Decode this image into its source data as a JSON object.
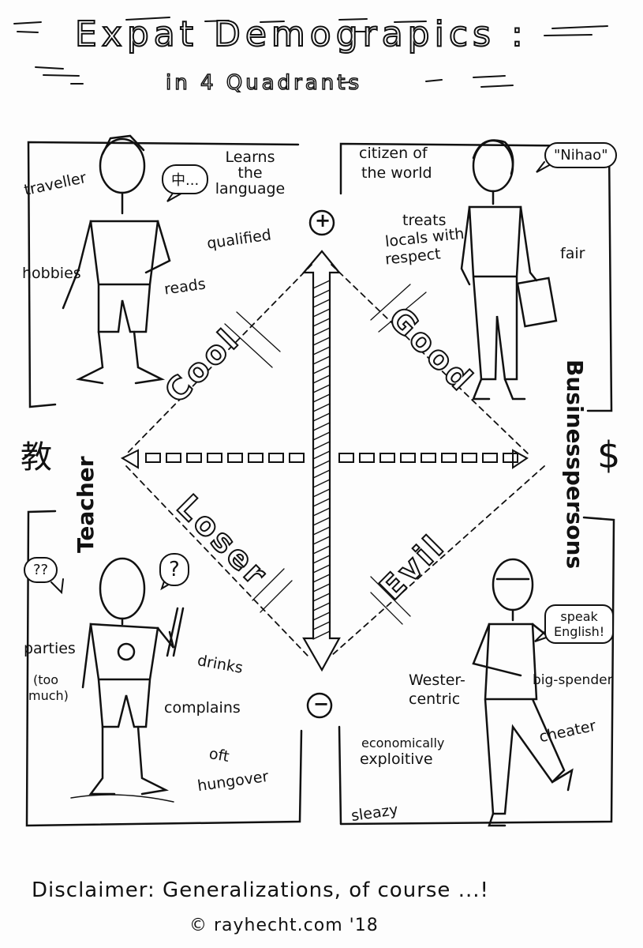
{
  "title": "Expat Demograpics :",
  "subtitle": "in 4 Quadrants",
  "axes": {
    "plus": "+",
    "minus": "−",
    "left_label": "Teacher",
    "right_label": "Businesspersons",
    "left_symbol": "教",
    "right_symbol": "$"
  },
  "quadrants": {
    "top_left": {
      "name": "Cool",
      "labels": [
        "traveller",
        "Learns",
        "the",
        "language",
        "qualified",
        "hobbies",
        "reads"
      ],
      "bubble": "中..."
    },
    "top_right": {
      "name": "Good",
      "labels": [
        "citizen of",
        "the world",
        "treats",
        "locals with",
        "respect",
        "fair"
      ],
      "bubble": "\"Nihao\""
    },
    "bottom_left": {
      "name": "Loser",
      "labels": [
        "parties",
        "(too",
        "much)",
        "drinks",
        "complains",
        "oft",
        "hungover"
      ],
      "bubbles": [
        "??",
        "?"
      ]
    },
    "bottom_right": {
      "name": "Evil",
      "labels": [
        "Wester-",
        "centric",
        "big-spender",
        "economically",
        "exploitive",
        "cheater",
        "sleazy"
      ],
      "bubble_lines": [
        "speak",
        "English!"
      ]
    }
  },
  "footer": {
    "disclaimer": "Disclaimer: Generalizations, of course ...!",
    "credit": "© rayhecht.com '18"
  }
}
